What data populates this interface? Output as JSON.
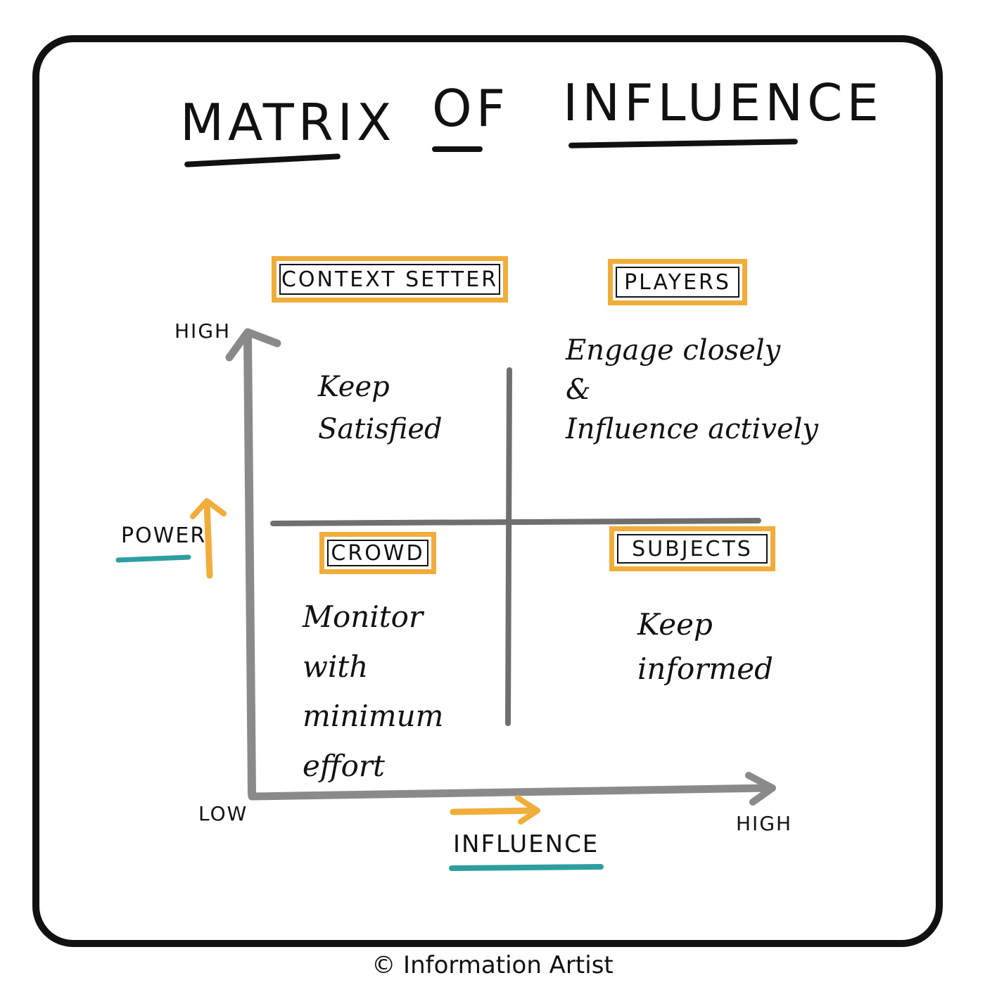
{
  "title": {
    "word1": "MATRIX",
    "word2": "OF",
    "word3": "INFLUENCE"
  },
  "quadrants": {
    "top_left": {
      "label": "CONTEXT SETTER",
      "text": "Keep\nSatisfied"
    },
    "top_right": {
      "label": "PLAYERS",
      "text": "Engage  closely\n&\nInfluence  actively"
    },
    "bottom_left": {
      "label": "CROWD",
      "text": "Monitor\nwith\nminimum\neffort"
    },
    "bottom_right": {
      "label": "SUBJECTS",
      "text": "Keep\ninformed"
    }
  },
  "axes": {
    "y_high": "HIGH",
    "y_label": "POWER",
    "origin": "LOW",
    "x_high": "HIGH",
    "x_label": "INFLUENCE"
  },
  "footer": "© Information Artist",
  "colors": {
    "accent_orange": "#f1ad3a",
    "accent_teal": "#2e9ea0",
    "axis_gray": "#8a8a8a",
    "ink": "#111111"
  }
}
